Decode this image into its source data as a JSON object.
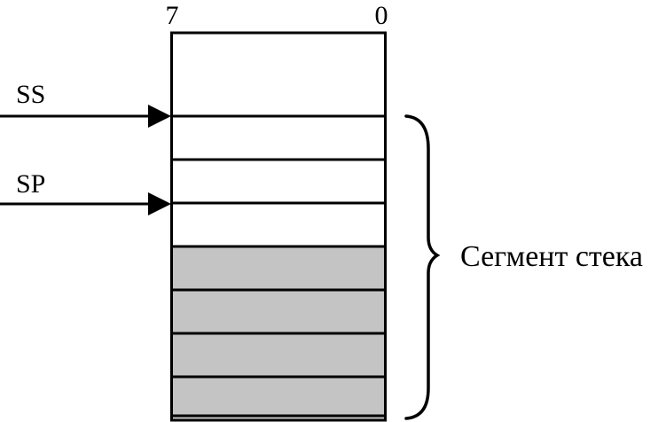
{
  "bit_labels": {
    "high": "7",
    "low": "0"
  },
  "pointers": {
    "ss": {
      "label": "SS"
    },
    "sp": {
      "label": "SP"
    }
  },
  "segment": {
    "label": "Сегмент стека"
  },
  "memory": {
    "empty_cells_above_sp": 3,
    "filled_cells_from_sp": 5
  },
  "colors": {
    "filled_cell": "#c4c4c4",
    "empty_cell": "#ffffff",
    "line": "#000000"
  }
}
